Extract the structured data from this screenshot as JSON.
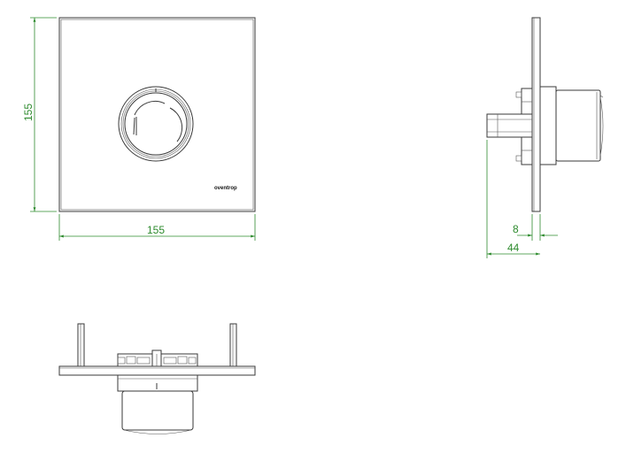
{
  "dimensions": {
    "front_width": "155",
    "front_height": "155",
    "side_depth_plate": "8",
    "side_depth_total": "44"
  },
  "brand_label": "oventrop",
  "colors": {
    "dimension_lines": "#2e8b2e",
    "outline": "#3a3a3a"
  }
}
